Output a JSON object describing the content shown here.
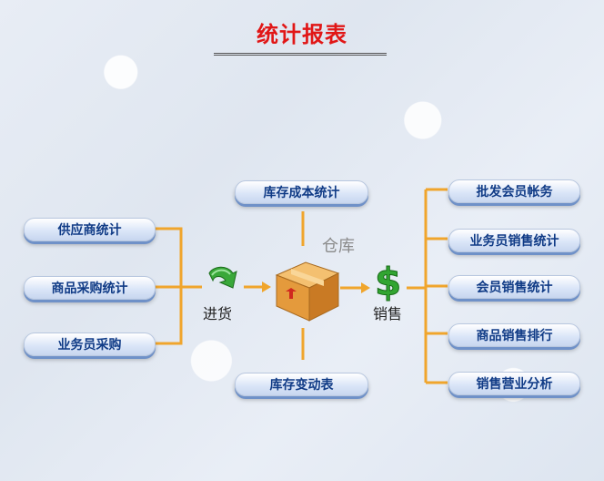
{
  "header": {
    "title": "统计报表"
  },
  "left_items": [
    "供应商统计",
    "商品采购统计",
    "业务员采购"
  ],
  "top_item": "库存成本统计",
  "bottom_item": "库存变动表",
  "right_items": [
    "批发会员帐务",
    "业务员销售统计",
    "会员销售统计",
    "商品销售排行",
    "销售营业分析"
  ],
  "center": {
    "warehouse": "仓库",
    "purchase": "进货",
    "sales": "销售"
  },
  "icons": {
    "purchase": "green-curved-arrow-icon",
    "warehouse": "cardboard-box-icon",
    "sales": "green-dollar-icon"
  },
  "colors": {
    "connector": "#f0a52c",
    "title": "#e11616",
    "pill_text": "#103b86"
  }
}
